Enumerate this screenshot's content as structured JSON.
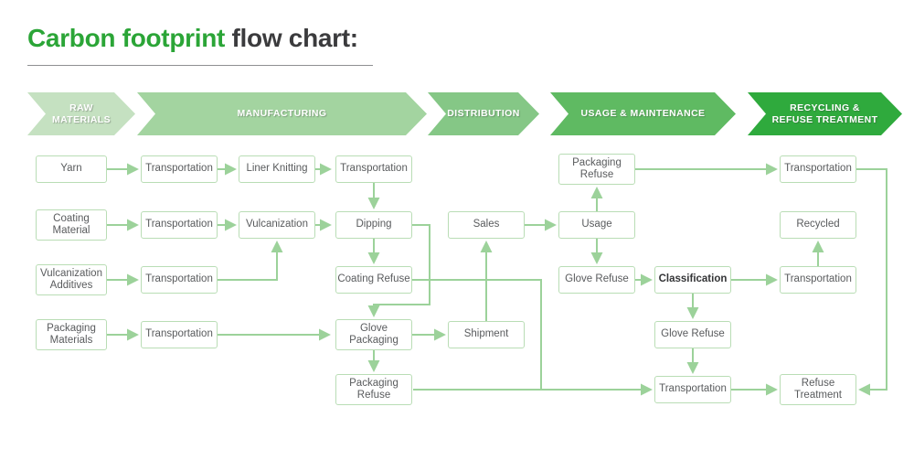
{
  "title": {
    "green": "Carbon footprint",
    "dark": " flow chart:"
  },
  "colors": {
    "title_green": "#2ba537",
    "title_dark": "#3b3b3d",
    "connector_green": "#9cd29a",
    "box_border_green": "#b9ddb5",
    "box_text_gray": "#595b5d"
  },
  "phases": [
    {
      "label": "RAW MATERIALS",
      "color": "#c5e1c1"
    },
    {
      "label": "MANUFACTURING",
      "color": "#a3d4a0"
    },
    {
      "label": "DISTRIBUTION",
      "color": "#85c786"
    },
    {
      "label": "USAGE & MAINTENANCE",
      "color": "#5fba62"
    },
    {
      "label": "RECYCLING & REFUSE TREATMENT",
      "color": "#2faa3d"
    }
  ],
  "nodes": [
    {
      "id": "yarn",
      "label": "Yarn"
    },
    {
      "id": "transportation-yarn",
      "label": "Transportation"
    },
    {
      "id": "liner-knitting",
      "label": "Liner Knitting"
    },
    {
      "id": "transportation-liner",
      "label": "Transportation"
    },
    {
      "id": "packaging-refuse-usage",
      "label": "Packaging Refuse"
    },
    {
      "id": "transportation-recycling-top",
      "label": "Transportation"
    },
    {
      "id": "coating-material",
      "label": "Coating Material"
    },
    {
      "id": "transportation-coating",
      "label": "Transportation"
    },
    {
      "id": "vulcanization",
      "label": "Vulcanization"
    },
    {
      "id": "dipping",
      "label": "Dipping"
    },
    {
      "id": "sales",
      "label": "Sales"
    },
    {
      "id": "usage",
      "label": "Usage"
    },
    {
      "id": "recycled",
      "label": "Recycled"
    },
    {
      "id": "vulcanization-additives",
      "label": "Vulcanization Additives"
    },
    {
      "id": "transportation-additives",
      "label": "Transportation"
    },
    {
      "id": "coating-refuse",
      "label": "Coating Refuse"
    },
    {
      "id": "glove-refuse-usage",
      "label": "Glove Refuse"
    },
    {
      "id": "classification",
      "label": "Classification"
    },
    {
      "id": "transportation-classification",
      "label": "Transportation"
    },
    {
      "id": "packaging-materials",
      "label": "Packaging Materials"
    },
    {
      "id": "transportation-packaging",
      "label": "Transportation"
    },
    {
      "id": "glove-packaging",
      "label": "Glove Packaging"
    },
    {
      "id": "shipment",
      "label": "Shipment"
    },
    {
      "id": "glove-refuse-classified",
      "label": "Glove Refuse"
    },
    {
      "id": "packaging-refuse-manufacturing",
      "label": "Packaging Refuse"
    },
    {
      "id": "transportation-refuse",
      "label": "Transportation"
    },
    {
      "id": "refuse-treatment",
      "label": "Refuse Treatment"
    }
  ],
  "edges": [
    {
      "from": "yarn",
      "to": "transportation-yarn"
    },
    {
      "from": "transportation-yarn",
      "to": "liner-knitting"
    },
    {
      "from": "liner-knitting",
      "to": "transportation-liner"
    },
    {
      "from": "transportation-liner",
      "to": "dipping"
    },
    {
      "from": "coating-material",
      "to": "transportation-coating"
    },
    {
      "from": "transportation-coating",
      "to": "vulcanization"
    },
    {
      "from": "vulcanization",
      "to": "dipping"
    },
    {
      "from": "vulcanization-additives",
      "to": "transportation-additives"
    },
    {
      "from": "transportation-additives",
      "to": "vulcanization"
    },
    {
      "from": "dipping",
      "to": "coating-refuse"
    },
    {
      "from": "dipping",
      "to": "glove-packaging"
    },
    {
      "from": "coating-refuse",
      "to": "transportation-refuse"
    },
    {
      "from": "packaging-materials",
      "to": "transportation-packaging"
    },
    {
      "from": "transportation-packaging",
      "to": "glove-packaging"
    },
    {
      "from": "glove-packaging",
      "to": "shipment"
    },
    {
      "from": "glove-packaging",
      "to": "packaging-refuse-manufacturing"
    },
    {
      "from": "packaging-refuse-manufacturing",
      "to": "transportation-refuse"
    },
    {
      "from": "shipment",
      "to": "sales"
    },
    {
      "from": "sales",
      "to": "usage"
    },
    {
      "from": "usage",
      "to": "packaging-refuse-usage"
    },
    {
      "from": "usage",
      "to": "glove-refuse-usage"
    },
    {
      "from": "packaging-refuse-usage",
      "to": "transportation-recycling-top"
    },
    {
      "from": "glove-refuse-usage",
      "to": "classification"
    },
    {
      "from": "classification",
      "to": "transportation-classification"
    },
    {
      "from": "transportation-classification",
      "to": "recycled"
    },
    {
      "from": "classification",
      "to": "glove-refuse-classified"
    },
    {
      "from": "glove-refuse-classified",
      "to": "transportation-refuse"
    },
    {
      "from": "transportation-refuse",
      "to": "refuse-treatment"
    },
    {
      "from": "transportation-recycling-top",
      "to": "refuse-treatment"
    }
  ]
}
